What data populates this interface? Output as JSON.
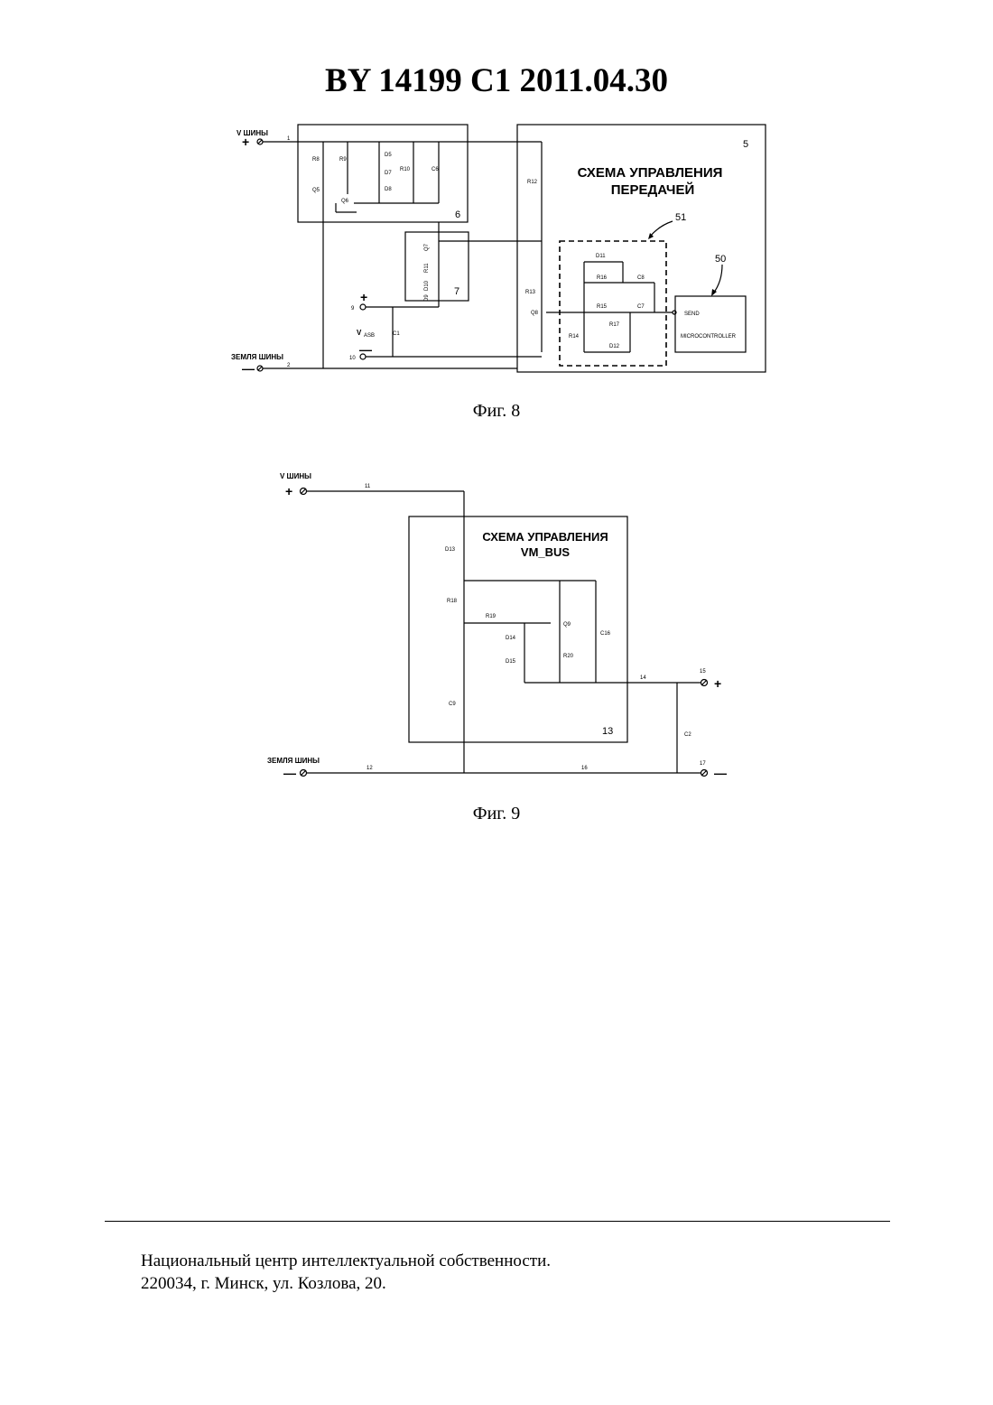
{
  "header": {
    "title": "BY  14199  C1  2011.04.30"
  },
  "fig8": {
    "caption": "Фиг. 8",
    "label_v_bus": "V ШИНЫ",
    "label_ground": "ЗЕМЛЯ ШИНЫ",
    "label_vasb": "V",
    "label_vasb_sub": "ASB",
    "block_title_line1": "СХЕМА УПРАВЛЕНИЯ",
    "block_title_line2": "ПЕРЕДАЧЕЙ",
    "send": "SEND",
    "mcu": "MICROCONTROLLER",
    "ref_5": "5",
    "ref_6": "6",
    "ref_7": "7",
    "ref_50": "50",
    "ref_51": "51",
    "node_1": "1",
    "node_2": "2",
    "node_9": "9",
    "node_10": "10",
    "comp": {
      "r8": "R8",
      "r9": "R9",
      "d5": "D5",
      "d7": "D7",
      "d8": "D8",
      "r10": "R10",
      "c6": "C6",
      "q5": "Q5",
      "q6": "Q6",
      "q7": "Q7",
      "r11": "R11",
      "d10": "D10",
      "d9": "D9",
      "r12": "R12",
      "r13": "R13",
      "q8": "Q8",
      "d11": "D11",
      "r16": "R16",
      "c8": "C8",
      "r15": "R15",
      "c7": "C7",
      "r17": "R17",
      "r14": "R14",
      "d12": "D12",
      "c1": "C1"
    }
  },
  "fig9": {
    "caption": "Фиг. 9",
    "label_v_bus": "V ШИНЫ",
    "label_ground": "ЗЕМЛЯ ШИНЫ",
    "block_title_line1": "СХЕМА УПРАВЛЕНИЯ",
    "block_title_line2": "VM_BUS",
    "ref_13": "13",
    "node_11": "11",
    "node_12": "12",
    "node_14": "14",
    "node_15": "15",
    "node_16": "16",
    "node_17": "17",
    "comp": {
      "d13": "D13",
      "r18": "R18",
      "r19": "R19",
      "q9": "Q9",
      "d14": "D14",
      "d15": "D15",
      "r20": "R20",
      "c16": "C16",
      "c9": "C9",
      "c2": "C2"
    }
  },
  "footer": {
    "line1": "Национальный центр интеллектуальной собственности.",
    "line2": "220034, г. Минск, ул. Козлова, 20."
  }
}
